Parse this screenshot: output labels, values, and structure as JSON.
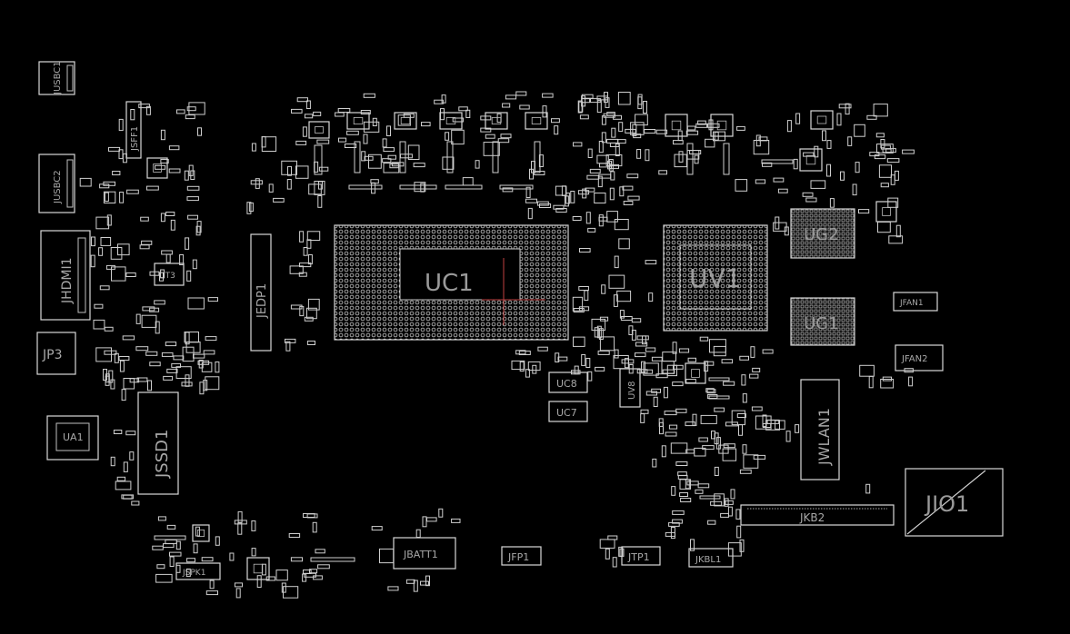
{
  "labels": {
    "jusbc1": "JUSBC1",
    "jusbc2": "JUSBC2",
    "jsff1": "JSFF1",
    "jhdmi1": "JHDMI1",
    "jp3": "JP3",
    "ut3": "UT3",
    "ua1": "UA1",
    "jssd1": "JSSD1",
    "jspk1": "JSPK1",
    "jedp1": "JEDP1",
    "uc1": "UC1",
    "uv1": "UV1",
    "ug2": "UG2",
    "ug1": "UG1",
    "jfan1": "JFAN1",
    "jfan2": "JFAN2",
    "uc8": "UC8",
    "uc7": "UC7",
    "uv8": "UV8",
    "jwlan1": "JWLAN1",
    "jkb2": "JKB2",
    "jio1": "JIO1",
    "jbatt1": "JBATT1",
    "jfp1": "JFP1",
    "jtp1": "JTP1",
    "jkbl1": "JKBL1"
  },
  "colors": {
    "background": "#000000",
    "silkscreen": "#d8d8d8",
    "label": "#a8a8a8",
    "marker": "#c04040"
  }
}
